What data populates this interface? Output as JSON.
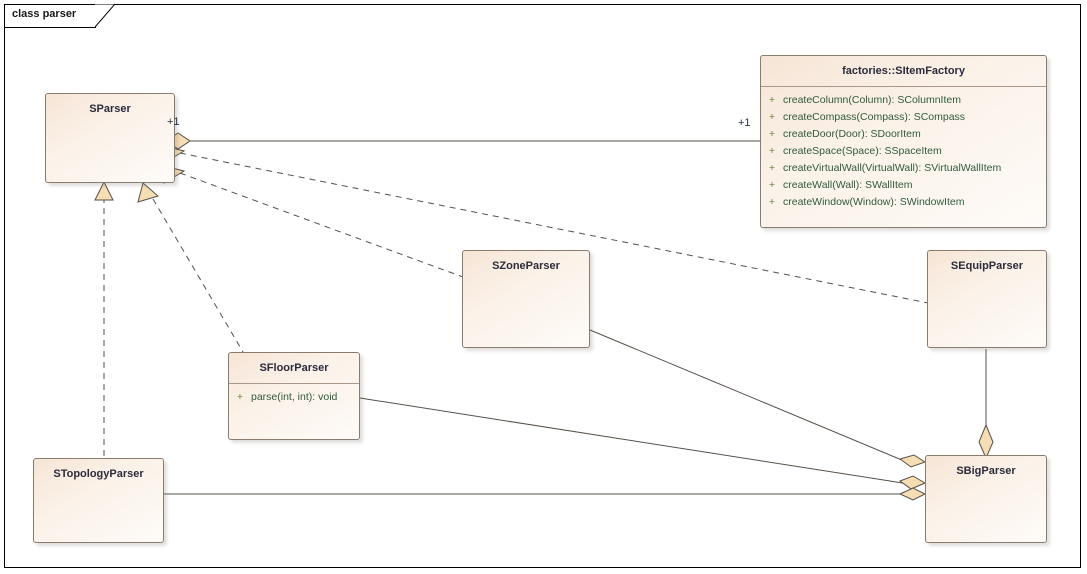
{
  "frame": {
    "label": "class parser"
  },
  "classes": [
    {
      "id": "sparser",
      "name": "SParser",
      "members": []
    },
    {
      "id": "sitemfactory",
      "name": "factories::SItemFactory",
      "members": [
        {
          "visibility": "+",
          "signature": "createColumn(Column): SColumnItem"
        },
        {
          "visibility": "+",
          "signature": "createCompass(Compass): SCompass"
        },
        {
          "visibility": "+",
          "signature": "createDoor(Door): SDoorItem"
        },
        {
          "visibility": "+",
          "signature": "createSpace(Space): SSpaceItem"
        },
        {
          "visibility": "+",
          "signature": "createVirtualWall(VirtualWall): SVirtualWallItem"
        },
        {
          "visibility": "+",
          "signature": "createWall(Wall): SWallItem"
        },
        {
          "visibility": "+",
          "signature": "createWindow(Window): SWindowItem"
        }
      ]
    },
    {
      "id": "szoneparser",
      "name": "SZoneParser",
      "members": []
    },
    {
      "id": "sequipparser",
      "name": "SEquipParser",
      "members": []
    },
    {
      "id": "sfloorparser",
      "name": "SFloorParser",
      "members": [
        {
          "visibility": "+",
          "signature": "parse(int, int): void"
        }
      ]
    },
    {
      "id": "stopologyparser",
      "name": "STopologyParser",
      "members": []
    },
    {
      "id": "sbigparser",
      "name": "SBigParser",
      "members": []
    }
  ],
  "multiplicities": [
    {
      "id": "mult-sparser-factory-source",
      "text": "+1"
    },
    {
      "id": "mult-sparser-factory-target",
      "text": "+1"
    }
  ],
  "colors": {
    "class_fill_top": "#f6e5d6",
    "class_fill_bottom": "#fefbf8",
    "class_border": "#8a7b6c",
    "connector": "#57504a",
    "adornment_fill": "#f5ddb4",
    "member_text": "#2f5a3a",
    "name_text": "#2b2b3c",
    "frame_border": "#000000"
  }
}
